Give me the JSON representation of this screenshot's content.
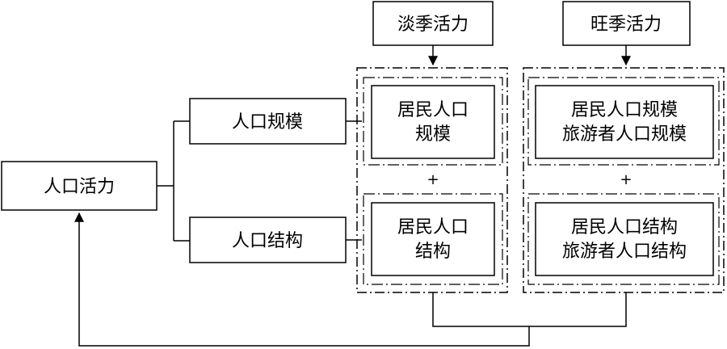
{
  "nodes": {
    "root": "人口活力",
    "scale": "人口规模",
    "structure": "人口结构",
    "off_season": "淡季活力",
    "peak_season": "旺季活力",
    "off_scale_line1": "居民人口",
    "off_scale_line2": "规模",
    "peak_scale_line1": "居民人口规模",
    "peak_scale_line2": "旅游者人口规模",
    "off_struct_line1": "居民人口",
    "off_struct_line2": "结构",
    "peak_struct_line1": "居民人口结构",
    "peak_struct_line2": "旅游者人口结构"
  },
  "operators": {
    "off_plus": "+",
    "peak_plus": "+"
  }
}
